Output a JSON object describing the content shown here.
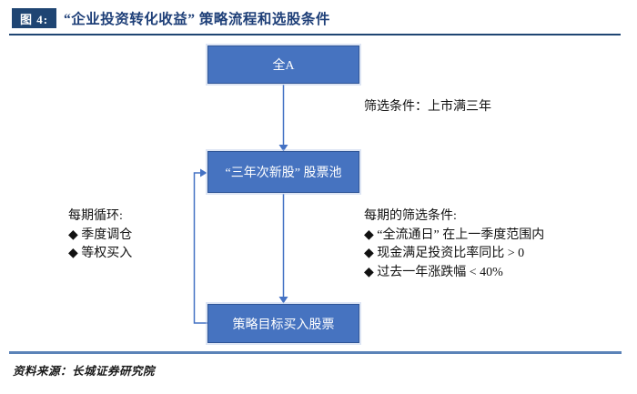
{
  "figure": {
    "badge": "图 4:",
    "title": "“企业投资转化收益” 策略流程和选股条件",
    "source": "资料来源：长城证券研究院"
  },
  "flow": {
    "top_box": "全A",
    "middle_box": "“三年次新股” 股票池",
    "bottom_box": "策略目标买入股票",
    "screen_condition": "筛选条件：上市满三年",
    "left_note": {
      "heading": "每期循环:",
      "items": [
        "◆ 季度调仓",
        "◆ 等权买入"
      ]
    },
    "right_note": {
      "heading": "每期的筛选条件:",
      "items": [
        "◆ “全流通日” 在上一季度范围内",
        "◆ 现金满足投资比率同比 > 0",
        "◆ 过去一年涨跌幅 < 40%"
      ]
    }
  },
  "colors": {
    "box_fill": "#4673C0",
    "box_border": "#2F5597",
    "title_navy": "#1F4573",
    "arrow_blue": "#4472C4",
    "bottom_divider": "#5B83B8",
    "note_text": "#111111"
  }
}
